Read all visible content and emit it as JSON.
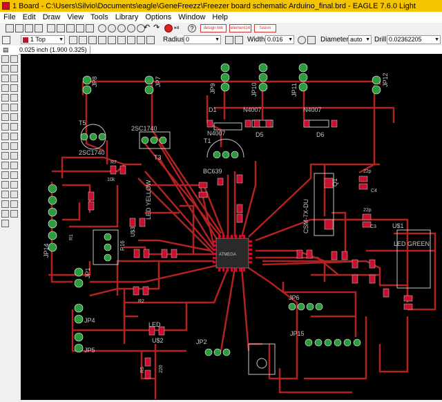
{
  "window": {
    "title": "1 Board - C:\\Users\\Silvio\\Documents\\eagle\\GeneFreezz\\Freezer board schematic Arduino_final.brd - EAGLE 7.6.0 Light"
  },
  "menu": [
    "File",
    "Edit",
    "Draw",
    "View",
    "Tools",
    "Library",
    "Options",
    "Window",
    "Help"
  ],
  "toolbar1": {
    "icons": [
      "open-icon",
      "save-icon",
      "print-icon",
      "cam-icon",
      "sch-icon",
      "brd-icon",
      "cam-processor-icon",
      "script-icon",
      "run-icon",
      "zoom-fit-icon",
      "zoom-in-icon",
      "zoom-out-icon",
      "zoom-redraw-icon",
      "zoom-select-icon",
      "undo-icon",
      "redo-icon",
      "stop-icon",
      "go-icon",
      "help-icon"
    ],
    "buttons": [
      "design link",
      "element14",
      "fusion"
    ]
  },
  "toolbar2": {
    "layer": "1 Top",
    "layer_color": "#c8102e",
    "radius_label": "Radius:",
    "radius_value": "0",
    "width_label": "Width:",
    "width_value": "0.016",
    "diameter_label": "Diameter:",
    "diameter_value": "auto",
    "drill_label": "Drill:",
    "drill_value": "0.02362205"
  },
  "command": {
    "coordinates": "0.025 inch (1.900 0.325)",
    "input": ""
  },
  "sidebar_tools": [
    "info-icon",
    "show-icon",
    "display-icon",
    "mark-icon",
    "move-icon",
    "copy-icon",
    "mirror-icon",
    "rotate-icon",
    "group-icon",
    "change-icon",
    "paste-icon",
    "delete-icon",
    "add-icon",
    "replace-icon",
    "name-icon",
    "value-icon",
    "smash-icon",
    "split-icon",
    "optimize-icon",
    "route-icon",
    "ripup-icon",
    "wire-icon",
    "text-icon",
    "circle-icon",
    "arc-icon",
    "rect-icon",
    "polygon-icon",
    "via-icon",
    "hole-icon",
    "signal-icon",
    "ratsnest-icon",
    "auto-icon",
    "erc-icon",
    "drc-icon",
    "errors-icon"
  ],
  "board": {
    "labels": {
      "jp8": "JP8",
      "jp7": "JP7",
      "jp9": "JP9",
      "jp10": "JP10",
      "jp11": "JP11",
      "jp12": "JP12",
      "d1": "D1",
      "n4007a": "N4007",
      "n4007b": "N4007",
      "n4007c": "N4007",
      "d5": "D5",
      "d6": "D6",
      "t5": "T5",
      "t5val": "2SC1740",
      "t3val": "2SC1740",
      "t3": "T3",
      "t1": "T1",
      "bc639": "BC639",
      "r7": "R7",
      "r10": "10k",
      "led_yellow": "LED YELLOW",
      "u3": "U$3",
      "jp14": "JP14",
      "jp1": "JP1",
      "r16": "R16",
      "r2": "R2",
      "r1": "R1",
      "q1": "Q1",
      "crystal": "CSM-7X-DU",
      "c22a": "22p",
      "c4": "C4",
      "c22b": "22p",
      "c3": "C3",
      "u1": "U$1",
      "led_green": "LED GREEN",
      "jp6": "JP6",
      "jp15": "JP15",
      "jp4": "JP4",
      "jp5": "JP5",
      "jp2": "JP2",
      "led": "LED",
      "u2": "U$2",
      "r5": "R5",
      "r20": "220",
      "ic_label": "ATMEGA",
      "dot": "•"
    },
    "colors": {
      "background": "#000000",
      "trace": "#b22222",
      "pad": "#2e9b3f",
      "smd": "#c8102e",
      "silk": "#c8c8c8",
      "ic_body": "#2a2a2a"
    }
  }
}
